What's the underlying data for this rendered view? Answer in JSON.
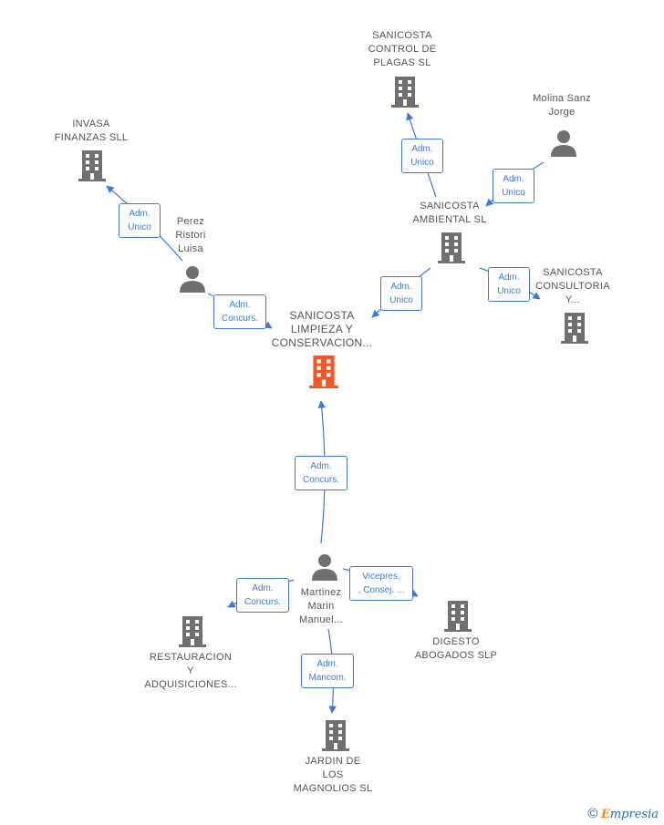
{
  "colors": {
    "company": "#707070",
    "focus": "#f0582a",
    "person": "#707070",
    "edge": "#3a7bd5"
  },
  "nodes": {
    "sanicosta_control": {
      "label": "SANICOSTA\nCONTROL DE\nPLAGAS  SL",
      "icon": "building-icon"
    },
    "molina": {
      "label": "Molina Sanz\nJorge",
      "icon": "person-icon"
    },
    "invasa": {
      "label": "INVASA\nFINANZAS  SLL",
      "icon": "building-icon"
    },
    "perez": {
      "label": "Perez\nRistori\nLuisa",
      "icon": "person-icon"
    },
    "sanicosta_ambiental": {
      "label": "SANICOSTA\nAMBIENTAL SL",
      "icon": "building-icon"
    },
    "sanicosta_consultoria": {
      "label": "SANICOSTA\nCONSULTORIA\nY...",
      "icon": "building-icon"
    },
    "sanicosta_limpieza": {
      "label": "SANICOSTA\nLIMPIEZA Y\nCONSERVACION...",
      "icon": "building-icon"
    },
    "martinez": {
      "label": "Martinez\nMarin\nManuel...",
      "icon": "person-icon"
    },
    "restauracion": {
      "label": "RESTAURACION\nY\nADQUISICIONES...",
      "icon": "building-icon"
    },
    "digesto": {
      "label": "DIGESTO\nABOGADOS SLP",
      "icon": "building-icon"
    },
    "jardin": {
      "label": "JARDIN DE\nLOS\nMAGNOLIOS  SL",
      "icon": "building-icon"
    }
  },
  "edges": {
    "e1": "Adm.\nUnico",
    "e2": "Adm.\nUnico",
    "e3": "Adm.\nUnico",
    "e4": "Adm.\nConcurs.",
    "e5": "Adm.\nUnico",
    "e6": "Adm.\nUnico",
    "e7": "Adm.\nConcurs.",
    "e8": "Adm.\nConcurs.",
    "e9": "Vicepres.\n, Consej. ...",
    "e10": "Adm.\nMancom."
  },
  "footer": {
    "copyright": "©",
    "brand_first": "E",
    "brand_rest": "mpresia"
  }
}
